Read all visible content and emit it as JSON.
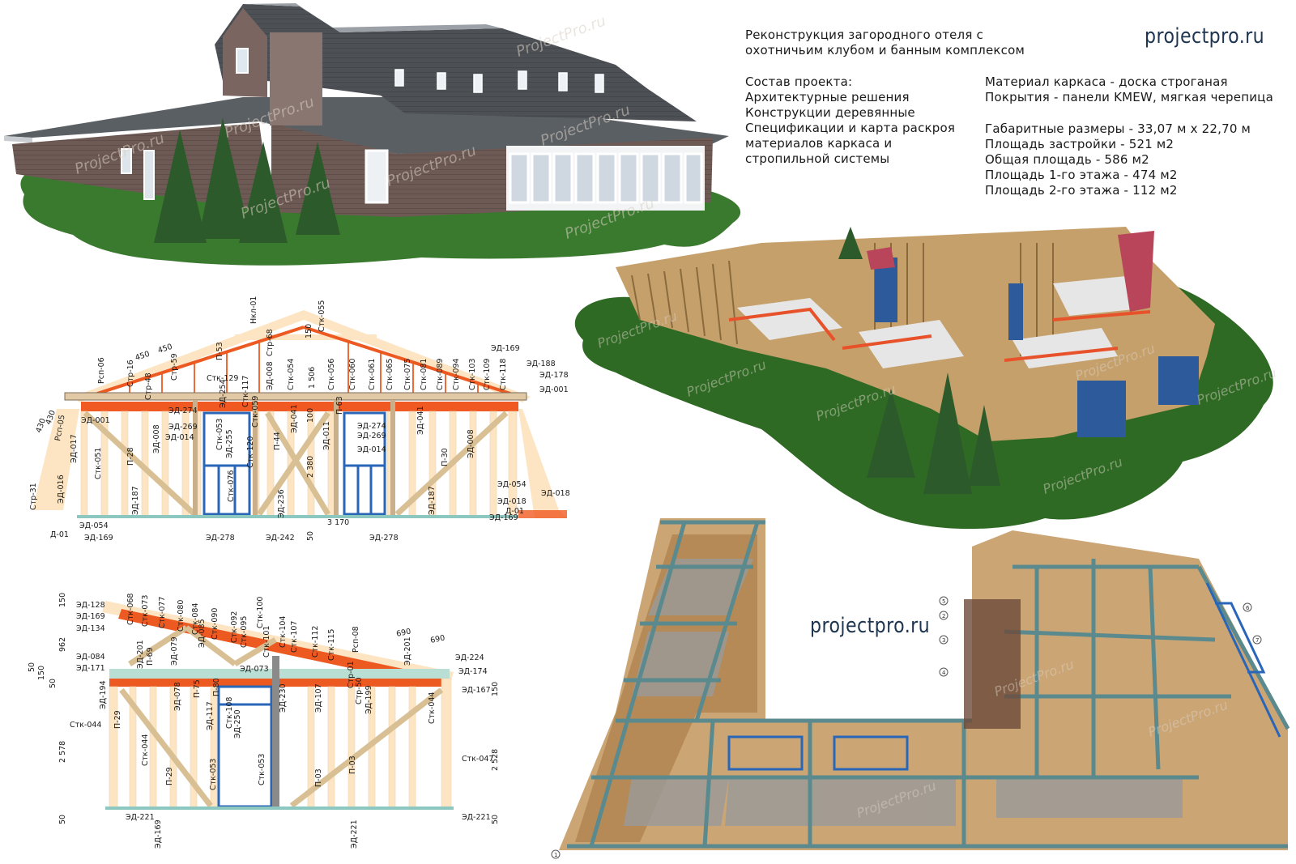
{
  "title": {
    "line1": "Реконструкция загородного отеля с",
    "line2": "охотничьим клубом и банным комплексом"
  },
  "brand_top": "projectpro.ru",
  "brand_mid": "projectpro.ru",
  "watermark": "ProjectPro.ru",
  "composition": {
    "heading": "Состав проекта:",
    "items": [
      "Архитектурные решения",
      "Конструкции деревянные",
      "Спецификации и карта раскроя",
      "материалов каркаса и",
      "стропильной системы"
    ]
  },
  "specs": {
    "frame_material": "Материал каркаса - доска строганая",
    "roofing": "Покрытия - панели KMEW, мягкая черепица",
    "dimensions": "Габаритные размеры - 33,07 м х 22,70 м",
    "building_area": "Площадь застройки - 521 м2",
    "total_area": "Общая площадь - 586 м2",
    "floor1_area": "Площадь 1-го этажа - 474 м2",
    "floor2_area": "Площадь 2-го этажа - 112 м2"
  },
  "elevation1_labels": {
    "a1": "Нкл-01",
    "a2": "Стк-055",
    "a3": "450",
    "a4": "450",
    "a5": "Рсп-06",
    "a6": "Стр-16",
    "a7": "Стр-48",
    "a8": "Стр-59",
    "a9": "Стк-129",
    "a10": "П-53",
    "a11": "Стр-68",
    "a12": "150",
    "a13": "Стк-054",
    "a14": "Стк-056",
    "a15": "Стк-060",
    "a16": "Стк-061",
    "a17": "Стк-065",
    "a18": "Стк-075",
    "a19": "Стк-081",
    "a20": "Стк-089",
    "a21": "Стк-094",
    "a22": "Стк-103",
    "a23": "Стк-109",
    "a24": "Стк-118",
    "a25": "ЭД-169",
    "a26": "ЭД-188",
    "a27": "ЭД-178",
    "a28": "ЭД-001",
    "a29": "1 506",
    "a30": "ЭД-008",
    "b1": "430",
    "b2": "430",
    "b3": "Рсп-05",
    "b4": "ЭД-001",
    "b5": "ЭД-017",
    "b6": "Стк-051",
    "b7": "П-28",
    "b8": "ЭД-008",
    "b9": "ЭД-014",
    "b10": "ЭД-269",
    "b11": "ЭД-274",
    "b12": "Стк-117",
    "b13": "ЭД-254",
    "b14": "Стк-053",
    "b15": "ЭД-255",
    "b16": "Стк-120",
    "b17": "Стк-059",
    "b18": "П-44",
    "b19": "ЭД-041",
    "b20": "2 380",
    "b21": "ЭД-011",
    "b22": "П-63",
    "b23": "ЭД-274",
    "b24": "ЭД-269",
    "b25": "ЭД-014",
    "b26": "ЭД-041",
    "b27": "П-30",
    "b28": "ЭД-008",
    "b29": "100",
    "b30": "ЭД-016",
    "b31": "Стр-31",
    "b32": "ЭД-187",
    "b33": "Стк-076",
    "b34": "ЭД-236",
    "b35": "ЭД-187",
    "b36": "ЭД-054",
    "b37": "ЭД-018",
    "b38": "Д-01",
    "b39": "ЭД-169",
    "b40": "ЭД-018",
    "b41": "ЭД-054",
    "b42": "Д-01",
    "b43": "ЭД-169",
    "b44": "ЭД-278",
    "b45": "ЭД-242",
    "b46": "50",
    "b47": "ЭД-278",
    "b48": "3 170"
  },
  "elevation2_labels": {
    "c1": "ЭД-128",
    "c2": "ЭД-169",
    "c3": "ЭД-134",
    "c4": "150",
    "c5": "962",
    "c6": "ЭД-084",
    "c7": "ЭД-171",
    "c8": "50",
    "c9": "150",
    "c10": "50",
    "c11": "Стк-068",
    "c12": "Стк-073",
    "c13": "Стк-077",
    "c14": "Стк-080",
    "c15": "Стк-084",
    "c16": "Стк-090",
    "c17": "Стк-092",
    "c18": "Стк-095",
    "c19": "Стк-100",
    "c20": "Стк-104",
    "c21": "Стк-107",
    "c22": "Стк-101",
    "c23": "Стк-112",
    "c24": "Стк-115",
    "c25": "Рсп-08",
    "c26": "690",
    "c27": "690",
    "c28": "ЭД-224",
    "c29": "ЭД-174",
    "c30": "ЭД-201",
    "c31": "П-69",
    "c32": "ЭД-079",
    "c33": "ЭД-201",
    "c34": "ЭД-085",
    "c35": "ЭД-073",
    "c36": "ЭД-167",
    "c37": "150",
    "d1": "ЭД-194",
    "d2": "П-29",
    "d3": "Стк-044",
    "d4": "Стк-044",
    "d5": "ЭД-078",
    "d6": "П-75",
    "d7": "П-80",
    "d8": "ЭД-117",
    "d9": "Стк-108",
    "d10": "ЭД-250",
    "d11": "ЭД-230",
    "d12": "ЭД-107",
    "d13": "Стр-01",
    "d14": "Стр-50",
    "d15": "ЭД-199",
    "d16": "Стк-044",
    "d17": "2 578",
    "d18": "2 528",
    "d19": "Стк-047",
    "d20": "П-29",
    "d21": "Стк-053",
    "d22": "Стк-053",
    "d23": "П-03",
    "d24": "П-03",
    "d25": "ЭД-221",
    "d26": "ЭД-221",
    "d27": "50",
    "d28": "50",
    "d29": "ЭД-169",
    "d30": "ЭД-221"
  },
  "axis_labels": {
    "n1": "1",
    "n2": "2",
    "n3": "3",
    "n4": "4",
    "n5": "5",
    "n6": "6",
    "n7": "7"
  }
}
